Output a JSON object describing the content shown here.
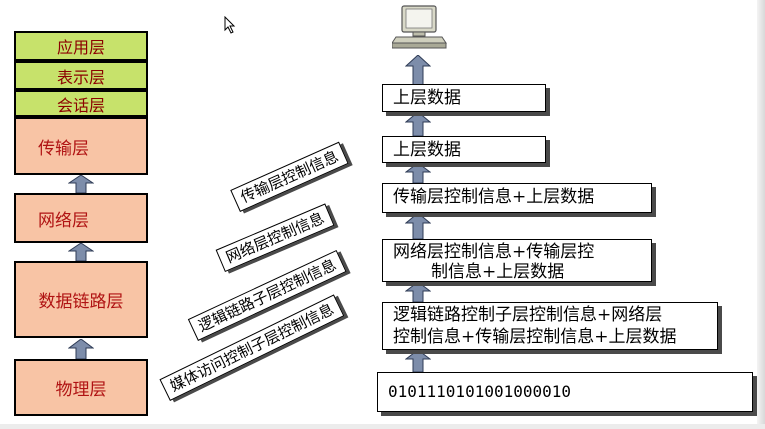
{
  "osi_layers": {
    "application": "应用层",
    "presentation": "表示层",
    "session": "会话层",
    "transport": "传输层",
    "network": "网络层",
    "datalink": "数据链路层",
    "physical": "物理层"
  },
  "stack": {
    "upper_data_1": "上层数据",
    "upper_data_2": "上层数据",
    "transport_box": "传输层控制信息+上层数据",
    "network_box_line1": "网络层控制信息+传输层控",
    "network_box_line2": "制信息+上层数据",
    "llc_box_line1": "逻辑链路控制子层控制信息+网络层",
    "llc_box_line2": "控制信息+传输层控制信息+上层数据",
    "bits": "0101110101001000010"
  },
  "header_labels": {
    "transport": "传输层控制信息",
    "network": "网络层控制信息",
    "llc": "逻辑链路子层控制信息",
    "mac": "媒体访问控制子层控制信息"
  },
  "colors": {
    "upper_layers": "#c7e26b",
    "lower_layers": "#f8c4a5",
    "arrow": "#7d8daa",
    "label_text": "#b01313"
  },
  "icons": {
    "computer": "computer-icon",
    "cursor": "mouse-cursor-icon",
    "arrow": "arrow-up-icon"
  }
}
